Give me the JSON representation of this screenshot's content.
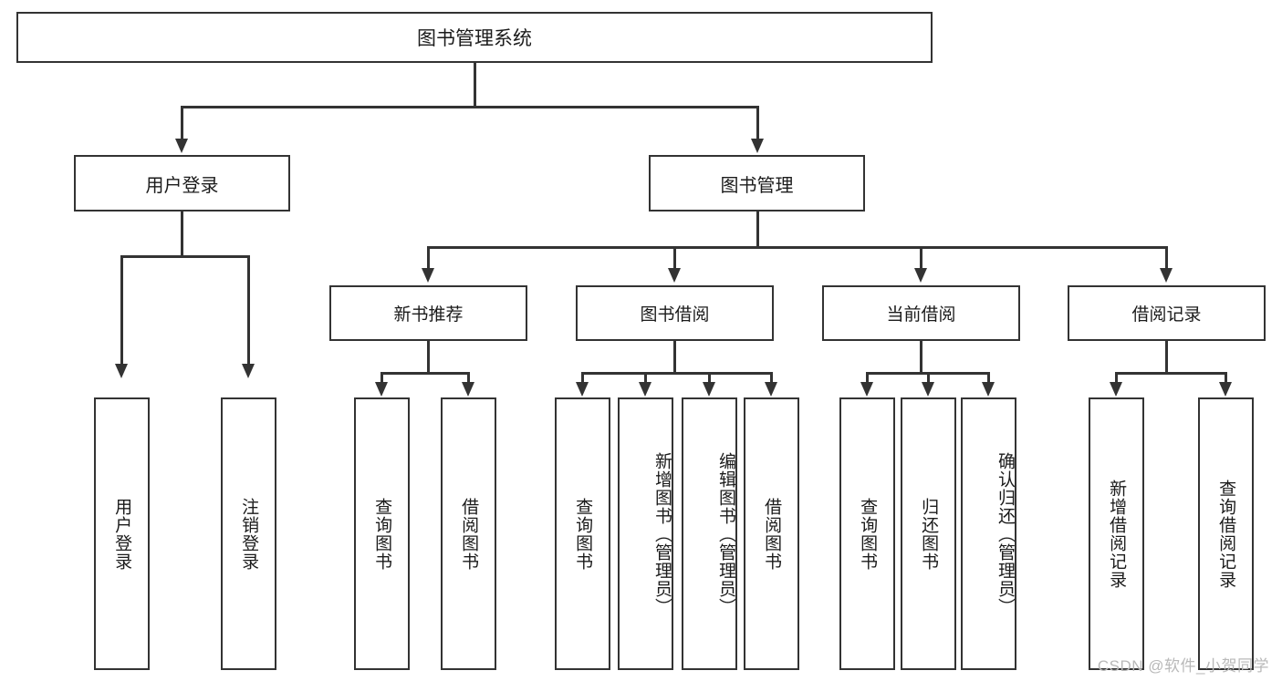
{
  "diagram": {
    "type": "tree-hierarchy",
    "title": "图书管理系统",
    "root": {
      "label": "图书管理系统"
    },
    "level2": [
      {
        "label": "用户登录"
      },
      {
        "label": "图书管理"
      }
    ],
    "level3": [
      {
        "label": "新书推荐"
      },
      {
        "label": "图书借阅"
      },
      {
        "label": "当前借阅"
      },
      {
        "label": "借阅记录"
      }
    ],
    "leaves": [
      {
        "label": "用户登录",
        "parent": "用户登录"
      },
      {
        "label": "注销登录",
        "parent": "用户登录"
      },
      {
        "label": "查询图书",
        "parent": "新书推荐"
      },
      {
        "label": "借阅图书",
        "parent": "新书推荐"
      },
      {
        "label": "查询图书",
        "parent": "图书借阅"
      },
      {
        "label": "新增图书（管理员）",
        "parent": "图书借阅"
      },
      {
        "label": "编辑图书（管理员）",
        "parent": "图书借阅"
      },
      {
        "label": "借阅图书",
        "parent": "图书借阅"
      },
      {
        "label": "查询图书",
        "parent": "当前借阅"
      },
      {
        "label": "归还图书",
        "parent": "当前借阅"
      },
      {
        "label": "确认归还（管理员）",
        "parent": "当前借阅"
      },
      {
        "label": "新增借阅记录",
        "parent": "借阅记录"
      },
      {
        "label": "查询借阅记录",
        "parent": "借阅记录"
      }
    ]
  },
  "watermark": {
    "text": "CSDN @软件_小贺同学"
  },
  "colors": {
    "stroke": "#333333",
    "fill": "#ffffff",
    "text": "#1b1b1b",
    "watermark": "#b9b9b9"
  }
}
